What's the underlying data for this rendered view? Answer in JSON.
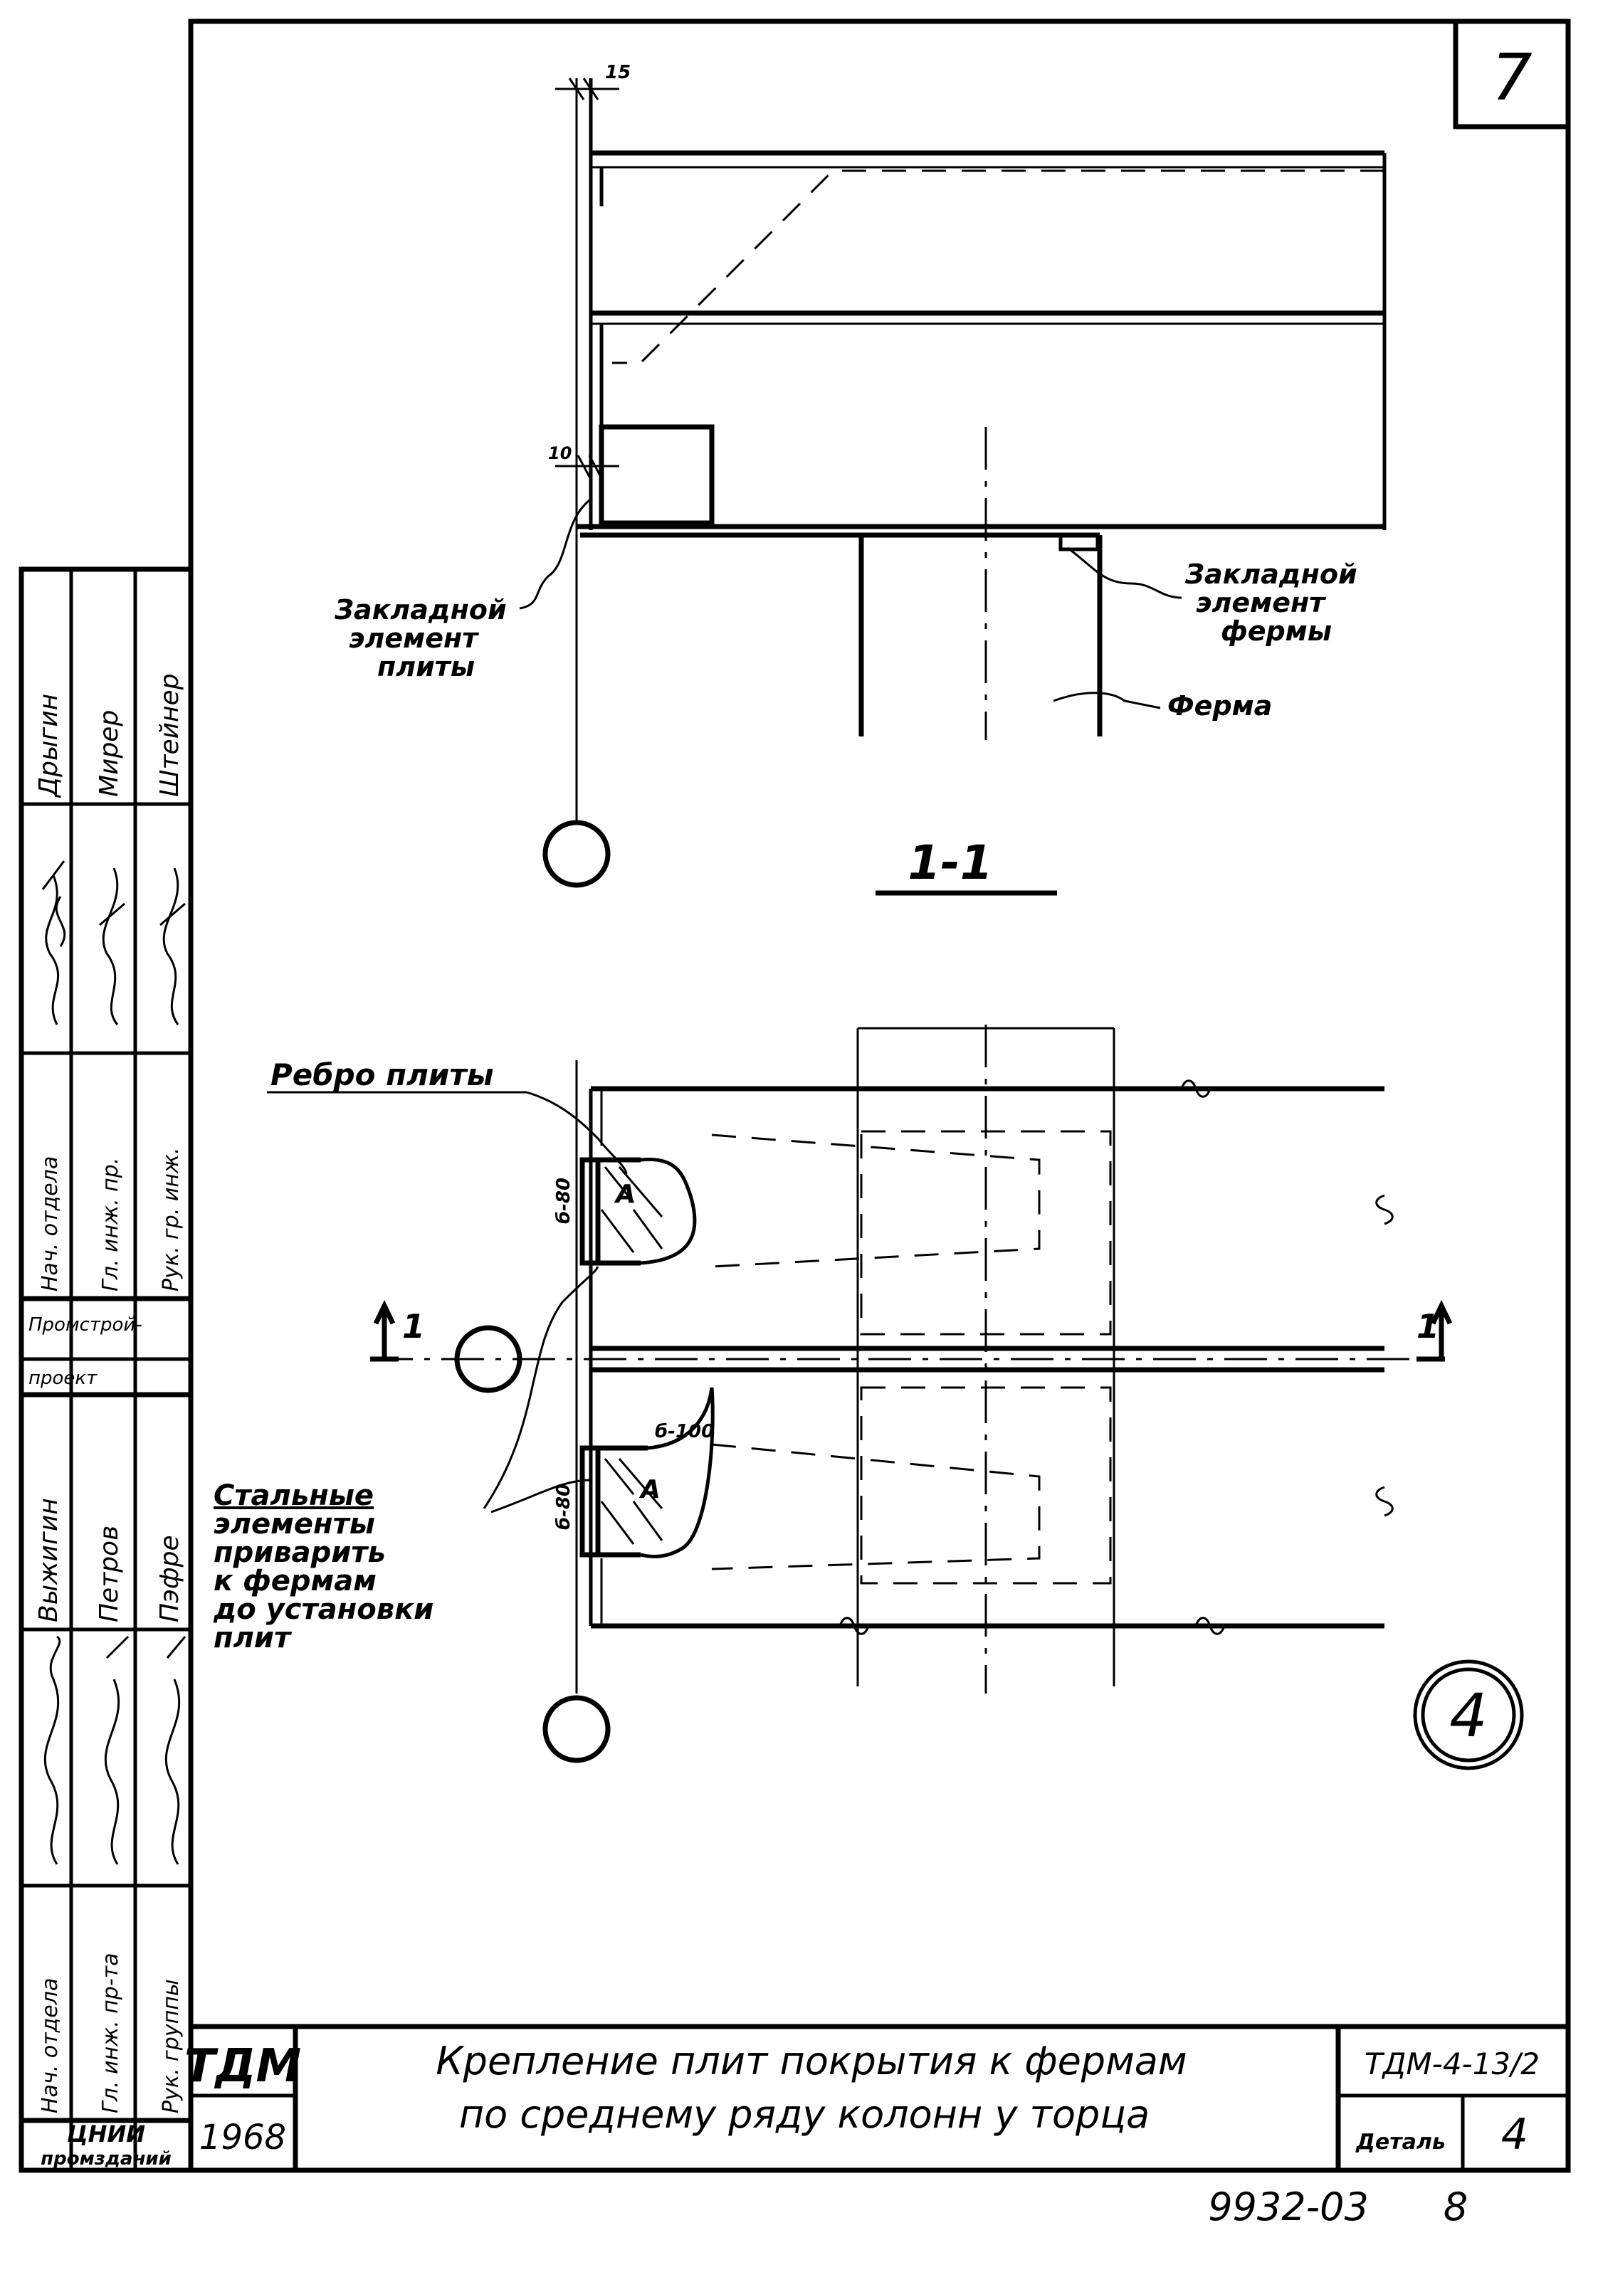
{
  "sheet": {
    "number": "7",
    "code": "ТДМ-4-13/2",
    "detail_label": "Деталь",
    "detail_number": "4",
    "bottom_stamp": "9932-03",
    "bottom_page": "8",
    "org_short": "ТДМ",
    "year": "1968",
    "org_full_line1": "ЦНИИ",
    "org_full_line2": "промзданий",
    "title_line1": "Крепление плит покрытия к фермам",
    "title_line2": "по среднему ряду колонн у торца"
  },
  "sidebar": {
    "org_block_line1": "Промстрой-",
    "org_block_line2": "проект",
    "top_positions": [
      "Нач. отдела",
      "Гл. инж. пр.",
      "Рук. гр. инж."
    ],
    "top_names": [
      "Дрыгин",
      "Мирер",
      "Штейнер"
    ],
    "bottom_positions": [
      "Нач. отдела",
      "Гл. инж. пр-та",
      "Рук. группы"
    ],
    "bottom_names": [
      "Выжигин",
      "Петров",
      "Пэфре"
    ]
  },
  "drawing": {
    "dim_top": "15",
    "dim_mid": "10",
    "label_plate_embed": [
      "Закладной",
      "элемент",
      "плиты"
    ],
    "label_truss_embed": [
      "Закладной",
      "элемент",
      "фермы"
    ],
    "label_truss": "Ферма",
    "section_title": "1-1",
    "label_rib": "Ребро плиты",
    "label_steel": [
      "Стальные",
      "элементы",
      "приварить",
      "к фермам",
      "до установки",
      "плит"
    ],
    "dim_b80_upper": "б-80",
    "dim_b80_lower": "б-80",
    "dim_b100": "б-100",
    "section_mark_left": "1",
    "section_mark_right": "1",
    "tag_a_upper": "А",
    "tag_a_lower": "А",
    "detail_circle": "4"
  }
}
